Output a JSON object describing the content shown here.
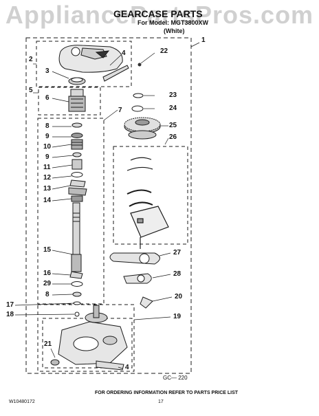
{
  "watermark": "AppliancePartsPros.com",
  "header": {
    "title": "GEARCASE PARTS",
    "model_line": "For Model: MGT3800XW",
    "color": "(White)"
  },
  "callouts": [
    "1",
    "2",
    "3",
    "4",
    "22",
    "5",
    "6",
    "23",
    "24",
    "7",
    "8",
    "9",
    "10",
    "25",
    "9",
    "26",
    "11",
    "12",
    "13",
    "14",
    "15",
    "16",
    "29",
    "27",
    "28",
    "8",
    "20",
    "17",
    "18",
    "19",
    "21",
    "4"
  ],
  "diagram_code": "GC— 220",
  "footer": {
    "doc_number": "W10480172",
    "page": "17",
    "ordering_note": "FOR ORDERING INFORMATION REFER TO PARTS PRICE LIST"
  },
  "colors": {
    "line": "#1a1a1a",
    "watermark": "#999999"
  }
}
